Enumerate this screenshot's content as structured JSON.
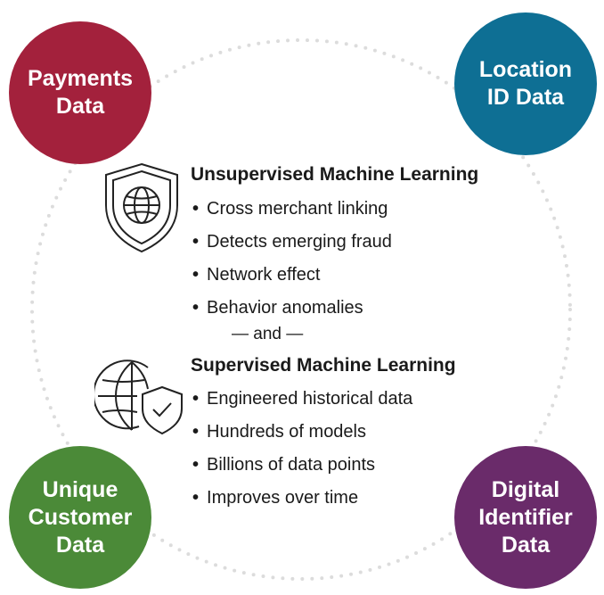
{
  "bubbles": {
    "payments": {
      "lines": [
        "Payments",
        "Data"
      ],
      "color": "#a3213c"
    },
    "location": {
      "lines": [
        "Location",
        "ID Data"
      ],
      "color": "#0e6f94"
    },
    "customer": {
      "lines": [
        "Unique",
        "Customer",
        "Data"
      ],
      "color": "#4b8a38"
    },
    "digital": {
      "lines": [
        "Digital",
        "Identifier",
        "Data"
      ],
      "color": "#6a2b6a"
    }
  },
  "unsupervised": {
    "heading": "Unsupervised Machine Learning",
    "icon": "shield-globe-icon",
    "items": [
      "Cross merchant linking",
      "Detects emerging fraud",
      "Network effect",
      "Behavior anomalies"
    ]
  },
  "separator": "— and —",
  "supervised": {
    "heading": "Supervised Machine Learning",
    "icon": "globe-shield-check-icon",
    "items": [
      "Engineered historical data",
      "Hundreds of models",
      "Billions of data points",
      "Improves over time"
    ]
  }
}
